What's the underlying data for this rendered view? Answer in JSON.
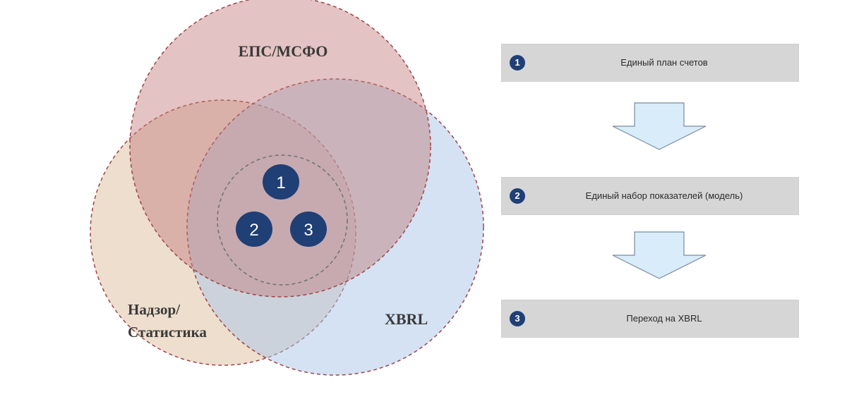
{
  "venn": {
    "labels": {
      "top": "ЕПС/МСФО",
      "left_line1": "Надзор/",
      "left_line2": "Статистика",
      "right": "XBRL"
    },
    "numbers": [
      "1",
      "2",
      "3"
    ]
  },
  "steps": [
    {
      "number": "1",
      "text": "Единый план счетов"
    },
    {
      "number": "2",
      "text": "Единый набор показателей (модель)"
    },
    {
      "number": "3",
      "text": "Переход на XBRL"
    }
  ],
  "colors": {
    "top_circle": "#c07b7b",
    "left_circle": "#ead8c6",
    "right_circle": "#a9c6e8",
    "dashed_border": "#a04444",
    "badge": "#1f3f75",
    "step_box": "#d6d6d6",
    "arrow_fill": "#d9ecfa",
    "arrow_stroke": "#7a8aa0"
  }
}
